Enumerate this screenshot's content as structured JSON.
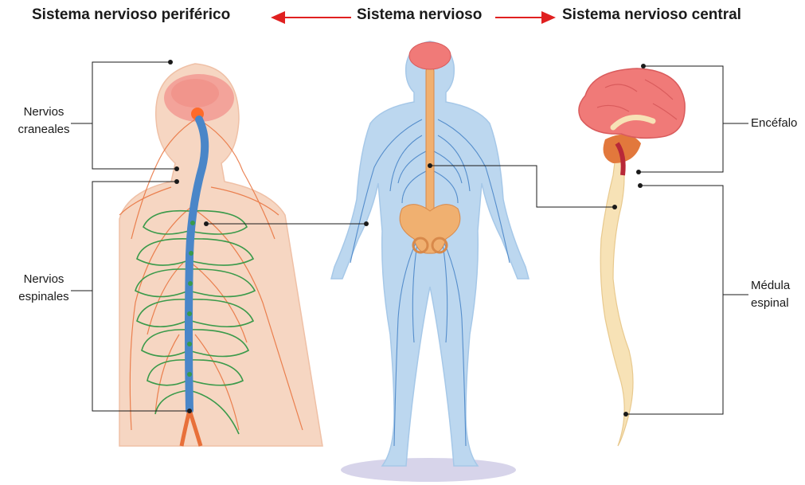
{
  "titles": {
    "left": "Sistema nervioso periférico",
    "center": "Sistema nervioso",
    "right": "Sistema nervioso central"
  },
  "labels": {
    "cranial_line1": "Nervios",
    "cranial_line2": "craneales",
    "spinal_line1": "Nervios",
    "spinal_line2": "espinales",
    "brain": "Encéfalo",
    "cord_line1": "Médula",
    "cord_line2": "espinal"
  },
  "colors": {
    "arrow": "#e02020",
    "skin": "#f6d6c2",
    "brain": "#f07a78",
    "nerve_blue": "#4a86c8",
    "body_blue": "#bcd7ef",
    "spinal_green": "#3a9a4a",
    "orange_nerve": "#e8703a",
    "bone": "#f0b070",
    "cord": "#f7e2b6"
  }
}
